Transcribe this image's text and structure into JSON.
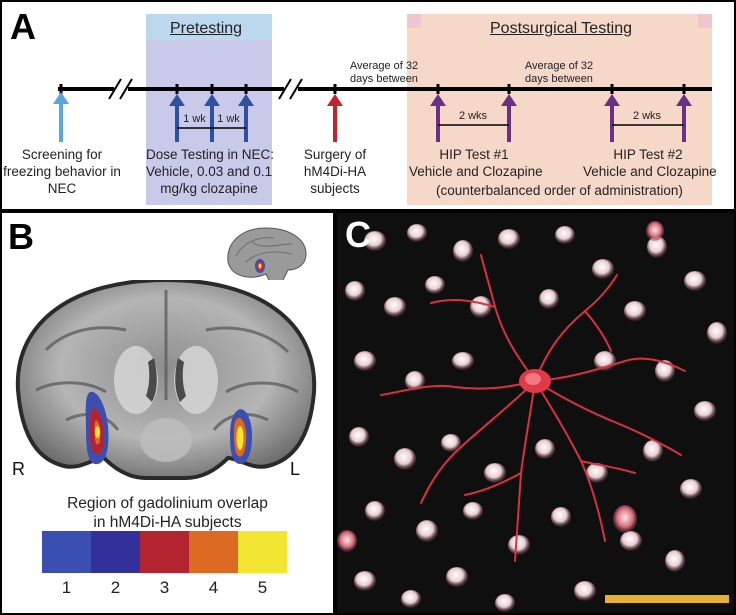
{
  "panelA": {
    "letter": "A",
    "pretesting_title": "Pretesting",
    "postsurgical_title": "Postsurgical Testing",
    "avg_label_1": "Average of 32 days between",
    "avg_label_2": "Average of 32 days between",
    "one_week_1": "1 wk",
    "one_week_2": "1 wk",
    "two_weeks_1": "2 wks",
    "two_weeks_2": "2 wks",
    "screening_label": [
      "Screening for",
      "freezing behavior in",
      "NEC"
    ],
    "dose_label": [
      "Dose Testing in NEC:",
      "Vehicle, 0.03 and 0.1",
      "mg/kg clozapine"
    ],
    "surgery_label": [
      "Surgery of",
      "hM4Di-HA",
      "subjects"
    ],
    "hip1_label": [
      "HIP Test #1",
      "Vehicle and Clozapine"
    ],
    "hip2_label": [
      "HIP Test #2",
      "Vehicle and Clozapine"
    ],
    "counterbalanced": "(counterbalanced order of administration)",
    "colors": {
      "pretest_bg": "#c9c9ea",
      "post_bg": "#f6d8c9",
      "screen_arrow": "#5aa6e0",
      "dose_arrow": "#2f4fa3",
      "surgery_arrow": "#c4232b",
      "hip_arrow": "#6b2f86"
    }
  },
  "panelB": {
    "letter": "B",
    "side_right": "R",
    "side_left": "L",
    "caption": [
      "Region of gadolinium overlap",
      "in hM4Di-HA subjects"
    ],
    "scale_labels": [
      "1",
      "2",
      "3",
      "4",
      "5"
    ],
    "scale_colors": [
      "#3a4fb0",
      "#33309a",
      "#b32430",
      "#dd6a22",
      "#f2e632"
    ]
  },
  "panelC": {
    "letter": "C",
    "scalebar_color": "#e6b030"
  }
}
